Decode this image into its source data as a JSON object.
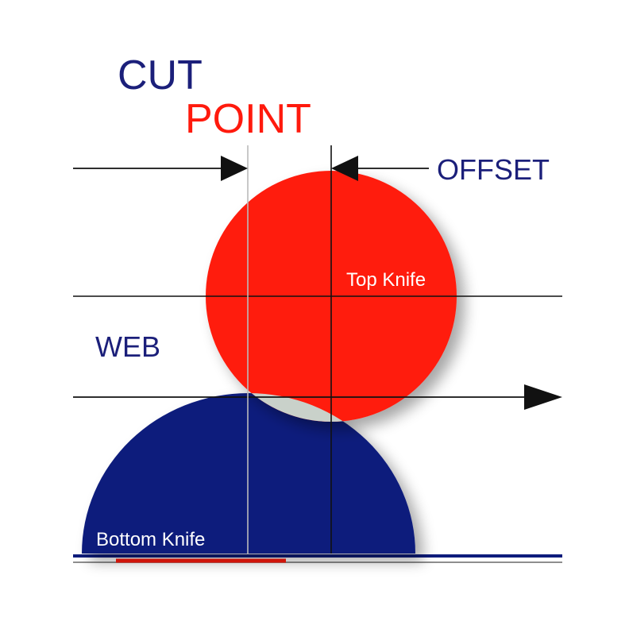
{
  "title": {
    "line1": "CUT",
    "line2": "POINT"
  },
  "labels": {
    "offset": "OFFSET",
    "web": "WEB",
    "top_knife": "Top Knife",
    "bottom_knife": "Bottom Knife"
  },
  "colors": {
    "navy": "#1B1F7A",
    "red": "#FF1A0D",
    "bottom_knife_fill": "#0E1C7C",
    "overlap": "#C9D1CA",
    "line": "#111111",
    "guide_line": "#BBBBBB",
    "background": "#FFFFFF"
  }
}
